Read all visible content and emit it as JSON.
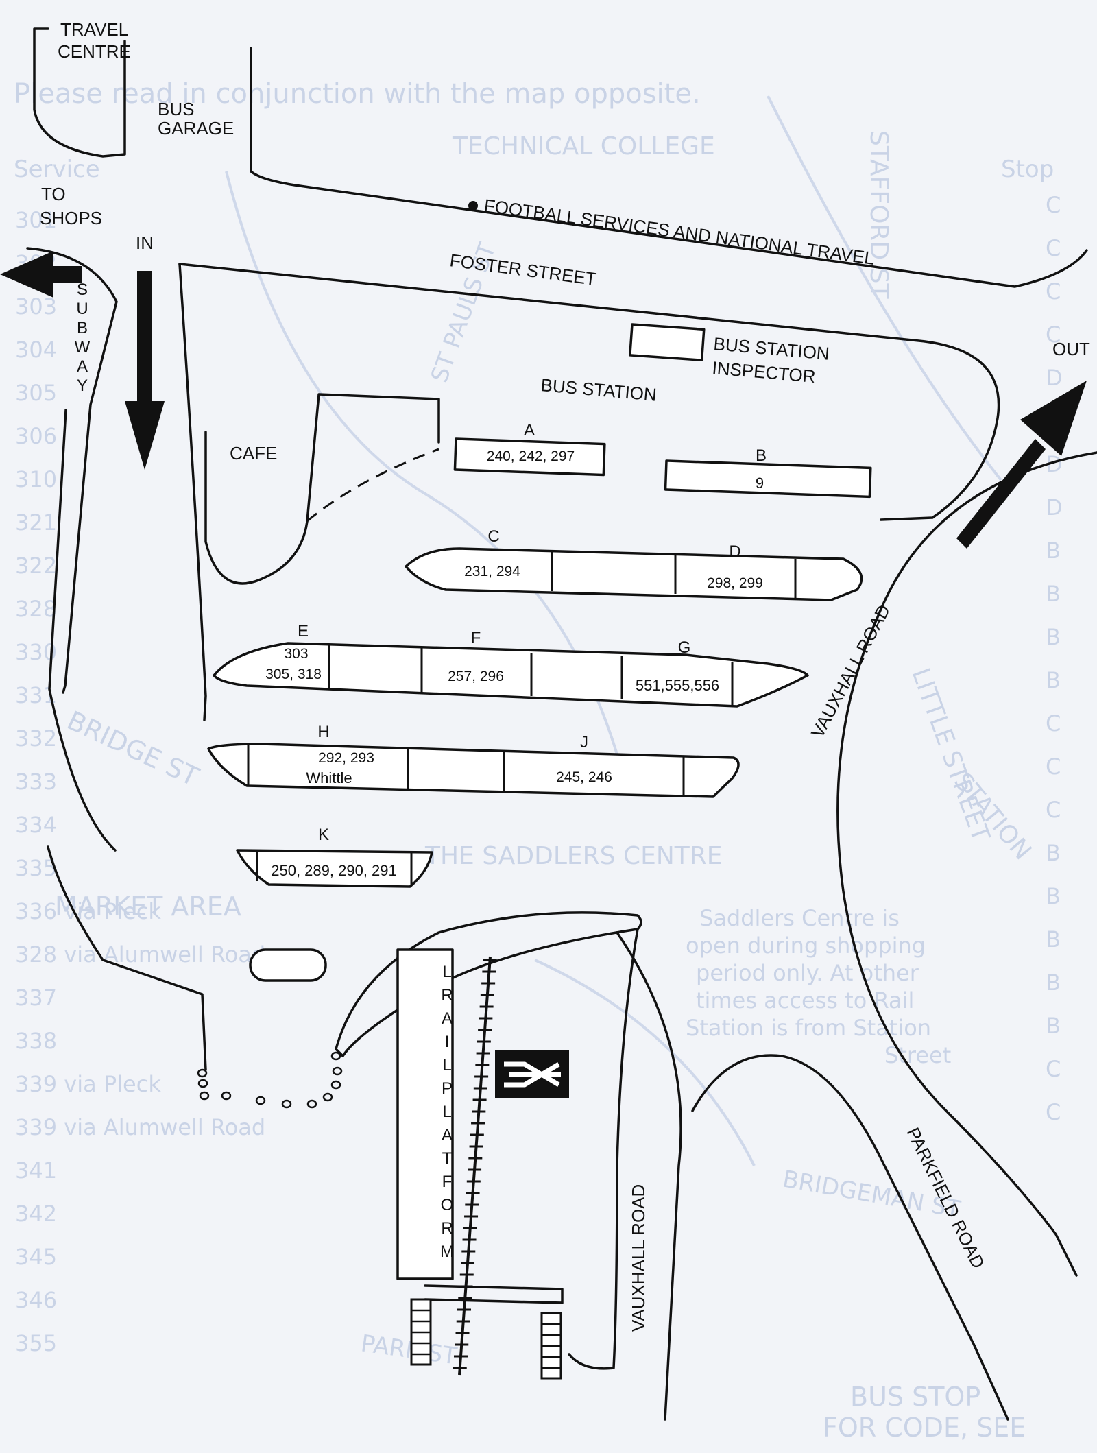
{
  "places": {
    "travel_centre": [
      "TRAVEL",
      "CENTRE"
    ],
    "bus_garage": [
      "BUS",
      "GARAGE"
    ],
    "to_shops": [
      "TO",
      "SHOPS"
    ],
    "in": "IN",
    "out": "OUT",
    "subway": [
      "S",
      "U",
      "B",
      "W",
      "A",
      "Y"
    ],
    "football": "FOOTBALL SERVICES AND NATIONAL TRAVEL",
    "foster_street": "FOSTER STREET",
    "inspector": [
      "BUS STATION",
      "INSPECTOR"
    ],
    "bus_station": "BUS STATION",
    "cafe": "CAFE",
    "vauxhall_road_upper": "VAUXHALL ROAD",
    "vauxhall_road_lower": "VAUXHALL ROAD",
    "parkfield_road": "PARKFIELD ROAD",
    "rail_platform": [
      "L",
      "R",
      "A",
      "I",
      "L",
      "P",
      "L",
      "A",
      "T",
      "F",
      "O",
      "R",
      "M"
    ]
  },
  "stands": {
    "A": {
      "letter": "A",
      "routes": "240, 242, 297"
    },
    "B": {
      "letter": "B",
      "routes": "9"
    },
    "C": {
      "letter": "C",
      "routes": "231, 294"
    },
    "D": {
      "letter": "D",
      "routes": "298, 299"
    },
    "E": {
      "letter": "E",
      "routes_line1": "303",
      "routes_line2": "305, 318"
    },
    "F": {
      "letter": "F",
      "routes": "257, 296"
    },
    "G": {
      "letter": "G",
      "routes": "551,555,556"
    },
    "H": {
      "letter": "H",
      "routes": "292, 293",
      "note": "Whittle"
    },
    "J": {
      "letter": "J",
      "routes": "245, 246"
    },
    "K": {
      "letter": "K",
      "routes": "250, 289, 290, 291"
    }
  },
  "background_text": {
    "header": "Please read in conjunction with the map opposite.",
    "service": "Service",
    "stop": "Stop",
    "route_rows": [
      "301",
      "302",
      "303",
      "304",
      "305",
      "306",
      "310",
      "321",
      "322",
      "328",
      "330",
      "331",
      "332",
      "333",
      "334",
      "335",
      "336 via Pleck",
      "328 via Alumwell Road",
      "337",
      "338",
      "339 via Pleck",
      "339 via Alumwell Road",
      "341",
      "342",
      "345",
      "346",
      "355"
    ],
    "stop_codes": [
      "C",
      "C",
      "C",
      "C",
      "D",
      "D",
      "D",
      "D",
      "B",
      "B",
      "B",
      "B",
      "C",
      "C",
      "C",
      "B",
      "B",
      "B",
      "B",
      "B",
      "C",
      "C"
    ],
    "note": [
      "Saddlers Centre is",
      "open during shopping",
      "period only. At other",
      "times access to Rail",
      "Station is from Station",
      "Street"
    ],
    "footer": [
      "BUS STOP",
      "FOR CODE, SEE"
    ],
    "streets": [
      "TECHNICAL COLLEGE",
      "THE SADDLERS CENTRE",
      "MARKET AREA",
      "BRIDGE ST",
      "STAFFORD ST",
      "LITTLE STREET",
      "STATION",
      "BRIDGEMAN ST",
      "PARK ST",
      "ST PAULS ST"
    ]
  },
  "colors": {
    "ink": "#111111",
    "paper": "#f2f4f8",
    "bleed": "#c9d3e6"
  },
  "icons": {
    "rail": "british-rail-double-arrow-icon"
  }
}
